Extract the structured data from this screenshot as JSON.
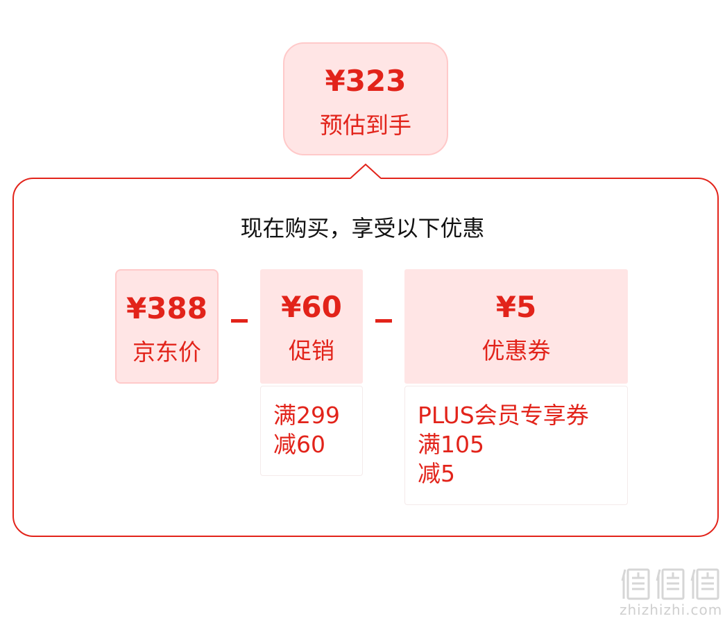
{
  "estimate": {
    "amount": "¥323",
    "label": "预估到手"
  },
  "panel": {
    "title": "现在购买，享受以下优惠"
  },
  "jd_price": {
    "value": "¥388",
    "label": "京东价"
  },
  "promotion": {
    "value": "¥60",
    "label": "促销",
    "detail_lines": [
      "满299",
      "减60"
    ]
  },
  "coupon": {
    "value": "¥5",
    "label": "优惠券",
    "detail_lines": [
      "PLUS会员专享券",
      "满105",
      "减5"
    ]
  },
  "watermark": {
    "logo": "值值值",
    "domain": "zhizhizhi.com"
  },
  "colors": {
    "accent": "#e2231a",
    "box_fill": "#ffe5e5",
    "box_border": "#ffc9c9",
    "watermark": "#cfcfcf"
  }
}
